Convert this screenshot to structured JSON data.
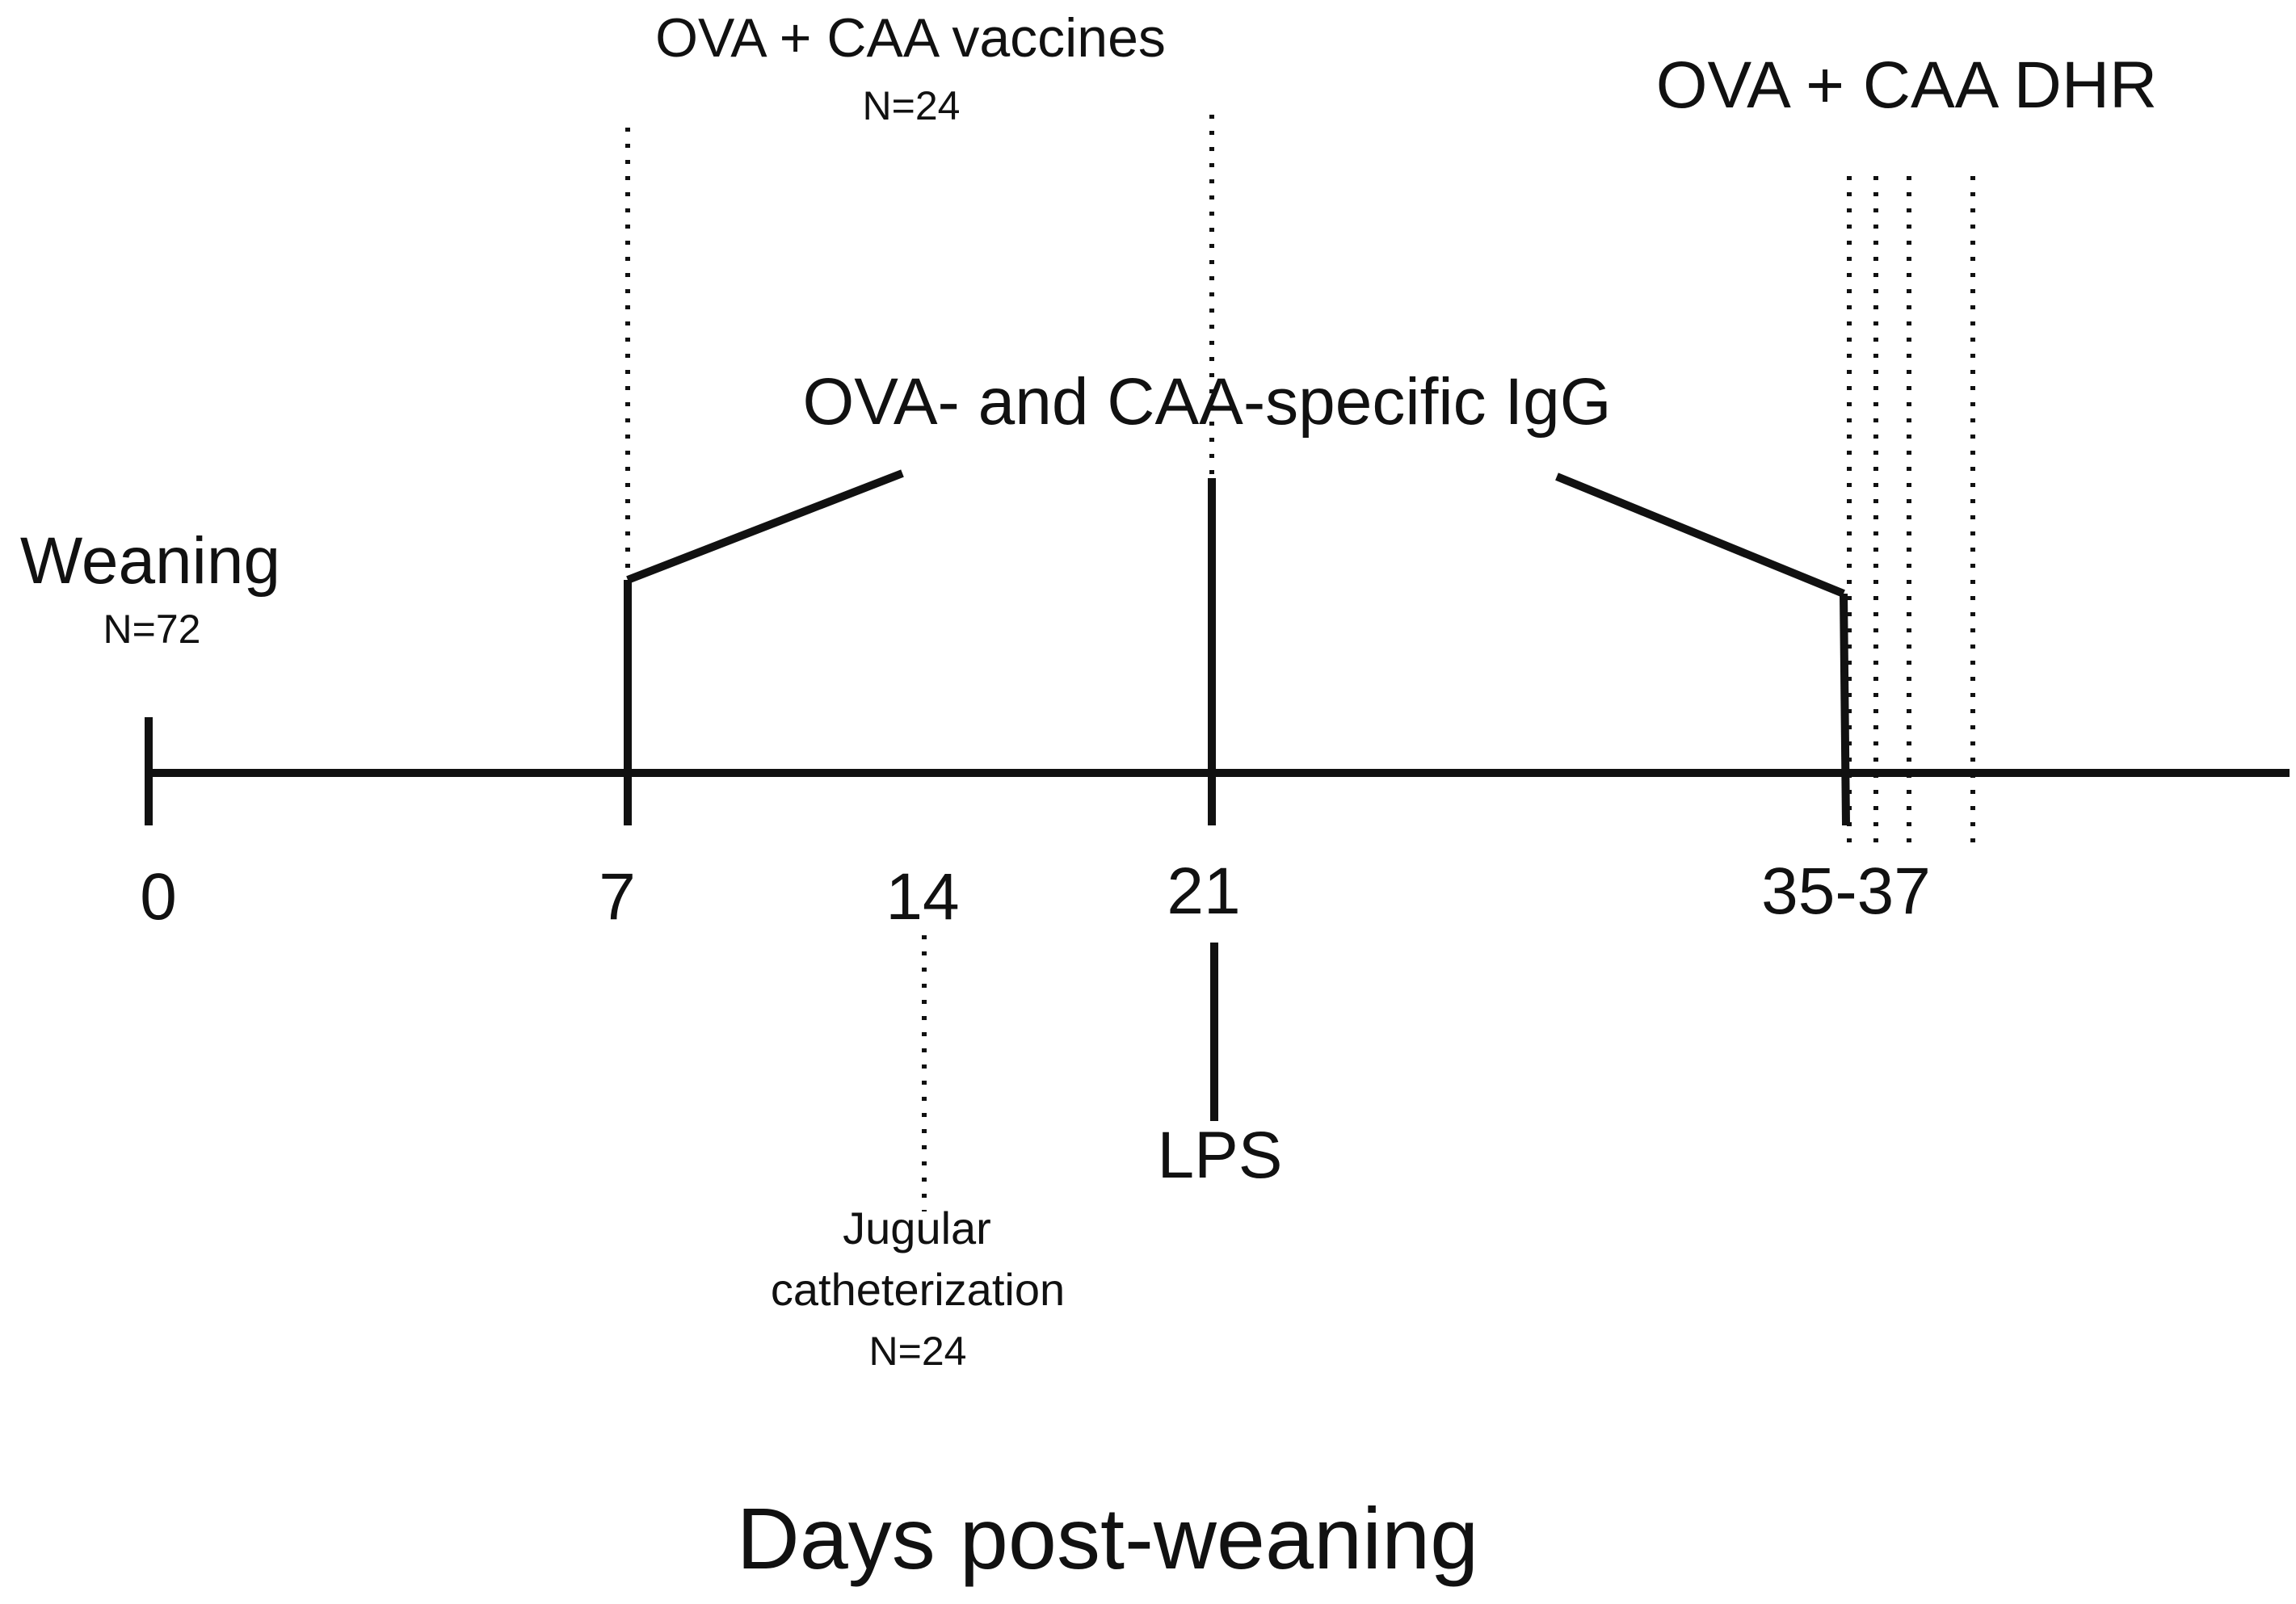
{
  "diagram": {
    "timeline": {
      "axis_title": "Days post-weaning",
      "ticks": [
        {
          "label": "0"
        },
        {
          "label": "7"
        },
        {
          "label": "14"
        },
        {
          "label": "21"
        },
        {
          "label": "35-37"
        }
      ]
    },
    "events": {
      "weaning": {
        "label": "Weaning",
        "n": "N=72"
      },
      "vaccines": {
        "label": "OVA + CAA vaccines",
        "n": "N=24"
      },
      "dhr": {
        "label": "OVA + CAA DHR"
      },
      "igg": {
        "label": "OVA- and CAA-specific IgG"
      },
      "lps": {
        "label": "LPS"
      },
      "catheterization": {
        "line1": "Jugular",
        "line2": "catheterization",
        "n": "N=24"
      }
    },
    "colors": {
      "line": "#111111",
      "background": "#ffffff"
    }
  }
}
